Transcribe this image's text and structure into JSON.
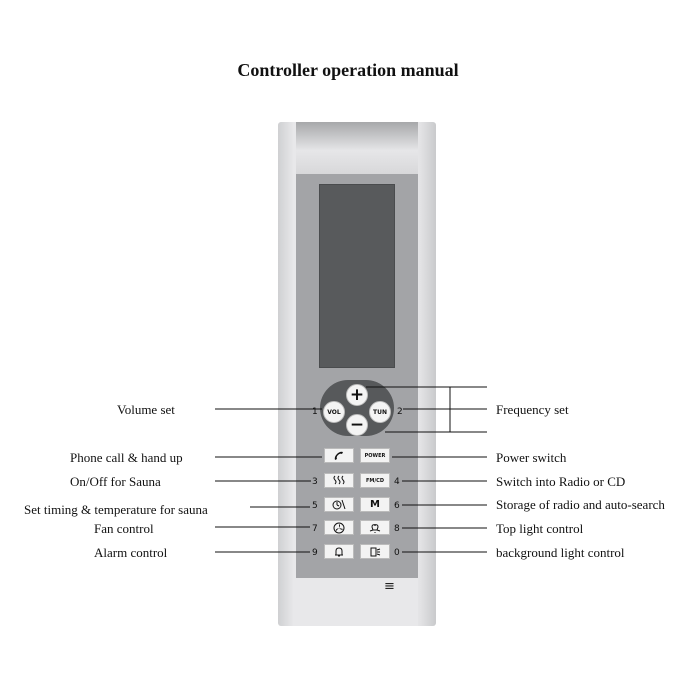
{
  "title": "Controller operation manual",
  "labels_left": {
    "volume": "Volume set",
    "phone": "Phone call & hand up",
    "sauna": "On/Off  for  Sauna",
    "timing": "Set timing & temperature for sauna",
    "fan": "Fan control",
    "alarm": "Alarm control"
  },
  "labels_right": {
    "frequency": "Frequency set",
    "power": "Power switch",
    "radio": "Switch into Radio or CD",
    "storage": "Storage of radio and auto-search",
    "toplight": "Top light control",
    "bglight": "background light control"
  },
  "buttons": {
    "plus": "+",
    "minus": "−",
    "vol": "VOL",
    "tun": "TUN",
    "power": "POWER",
    "fm_cd": "FM/CD",
    "m": "M"
  },
  "numbers": {
    "n1": "1",
    "n2": "2",
    "n3": "3",
    "n4": "4",
    "n5": "5",
    "n6": "6",
    "n7": "7",
    "n8": "8",
    "n9": "9",
    "n0": "0"
  },
  "icons": {
    "phone": "phone-icon",
    "sauna": "sauna-icon",
    "timer": "timer-icon",
    "fan": "fan-icon",
    "bulb": "bulb-icon",
    "bell": "bell-icon",
    "bglight": "background-light-icon",
    "menu": "menu-icon"
  },
  "colors": {
    "face": "#a3a4a7",
    "screen": "#585a5c",
    "dpad": "#57595b",
    "frame": "#e8e8ea"
  }
}
